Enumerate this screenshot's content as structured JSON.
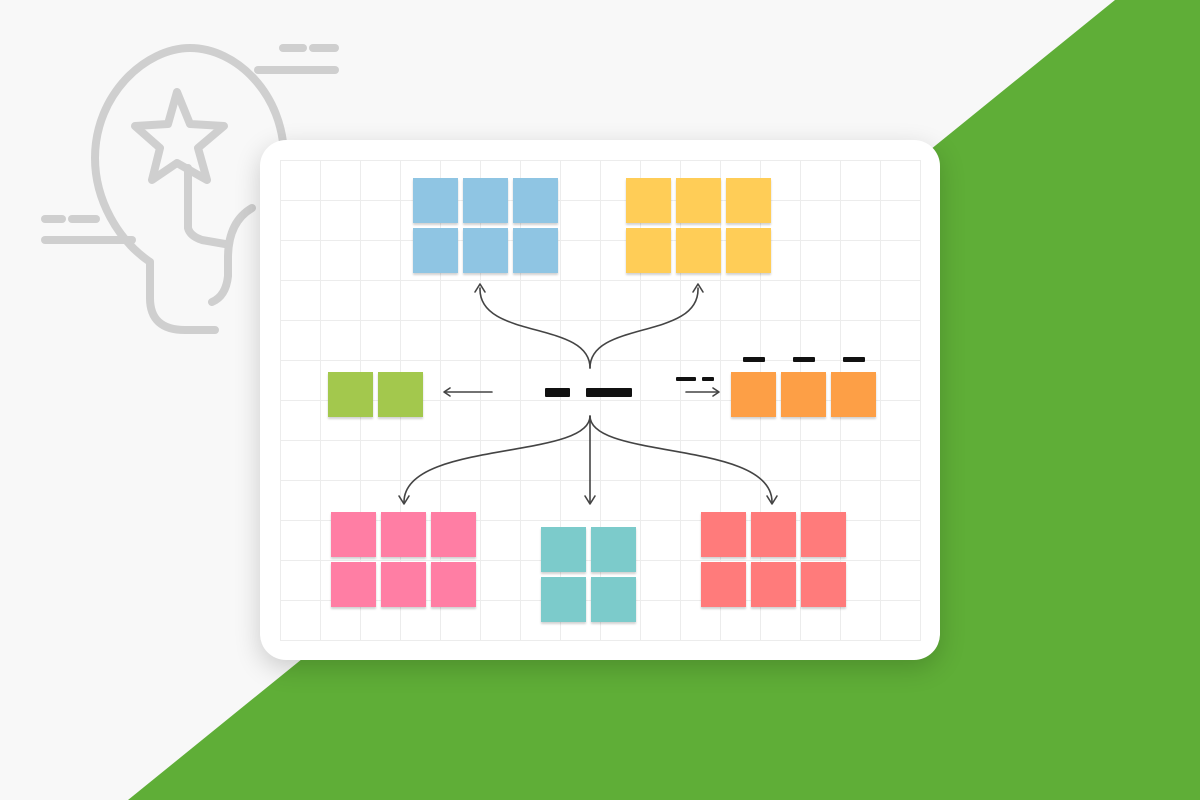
{
  "background": {
    "base_color": "#f8f8f8",
    "accent_color": "#5fae37",
    "illustration_icon": "lightbulb-star-icon",
    "illustration_color": "#cfcfcf"
  },
  "board": {
    "background_color": "#ffffff",
    "grid_color": "#ececec",
    "connector_color": "#444444",
    "center_label_color": "#111111"
  },
  "clusters": [
    {
      "id": "blue",
      "color": "#8fc5e3",
      "rows": 2,
      "cols": 3
    },
    {
      "id": "yellow",
      "color": "#ffcd57",
      "rows": 2,
      "cols": 3
    },
    {
      "id": "green",
      "color": "#a3c84d",
      "rows": 1,
      "cols": 2
    },
    {
      "id": "orange",
      "color": "#fd9f46",
      "rows": 1,
      "cols": 3
    },
    {
      "id": "pink",
      "color": "#ff7ea4",
      "rows": 2,
      "cols": 3
    },
    {
      "id": "teal",
      "color": "#7ccbcb",
      "rows": 2,
      "cols": 2
    },
    {
      "id": "red",
      "color": "#ff7b7b",
      "rows": 2,
      "cols": 3
    }
  ]
}
